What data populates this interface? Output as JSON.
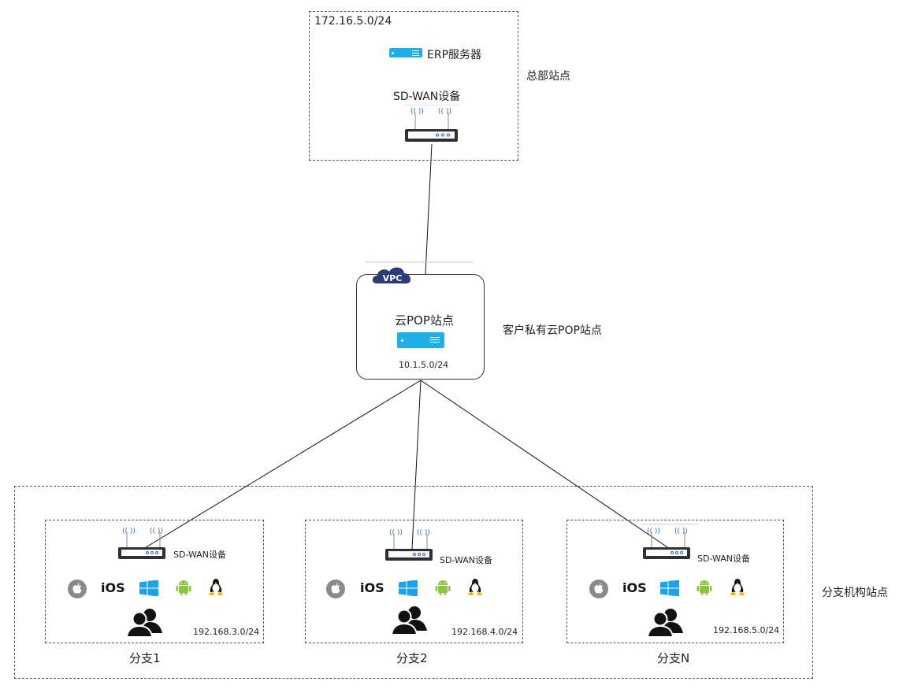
{
  "hq": {
    "subnet": "172.16.5.0/24",
    "server_label": "ERP服务器",
    "device_label": "SD-WAN设备",
    "site_label": "总部站点"
  },
  "pop": {
    "badge": "VPC",
    "title": "云POP站点",
    "subnet": "10.1.5.0/24",
    "side_label": "客户私有云POP站点"
  },
  "branch_group_label": "分支机构站点",
  "branches": [
    {
      "device_label": "SD-WAN设备",
      "os_ios": "iOS",
      "subnet": "192.168.3.0/24",
      "name": "分支1"
    },
    {
      "device_label": "SD-WAN设备",
      "os_ios": "iOS",
      "subnet": "192.168.4.0/24",
      "name": "分支2"
    },
    {
      "device_label": "SD-WAN设备",
      "os_ios": "iOS",
      "subnet": "192.168.5.0/24",
      "name": "分支N"
    }
  ],
  "colors": {
    "server_blue": "#1eaee8",
    "vpc_navy": "#2b3a7a",
    "android_green": "#8cc63e",
    "windows_blue": "#1aa3e8",
    "wifi_blue": "#2a6fc9"
  },
  "icons": [
    "server-icon",
    "router-icon",
    "cloud-icon",
    "apple-icon",
    "windows-icon",
    "android-icon",
    "linux-icon",
    "users-icon"
  ]
}
